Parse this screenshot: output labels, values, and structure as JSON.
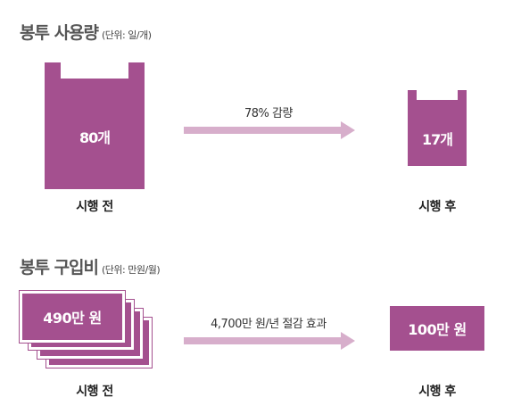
{
  "section1": {
    "title": "봉투 사용량",
    "unit": "(단위: 일/개)",
    "before": {
      "value_label": "80개",
      "caption": "시행 전"
    },
    "arrow_label": "78% 감량",
    "after": {
      "value_label": "17개",
      "caption": "시행 후"
    }
  },
  "section2": {
    "title": "봉투 구입비",
    "unit": "(단위: 만원/월)",
    "before": {
      "value_label": "490만 원",
      "caption": "시행 전"
    },
    "arrow_label": "4,700만 원/년 절감 효과",
    "after": {
      "value_label": "100만 원",
      "caption": "시행 후"
    }
  },
  "colors": {
    "accent": "#a4508f",
    "arrow": "#d7aecb",
    "title": "#555555"
  },
  "icons": [
    "bag-icon",
    "arrow-right-icon",
    "stacked-bills-icon"
  ]
}
